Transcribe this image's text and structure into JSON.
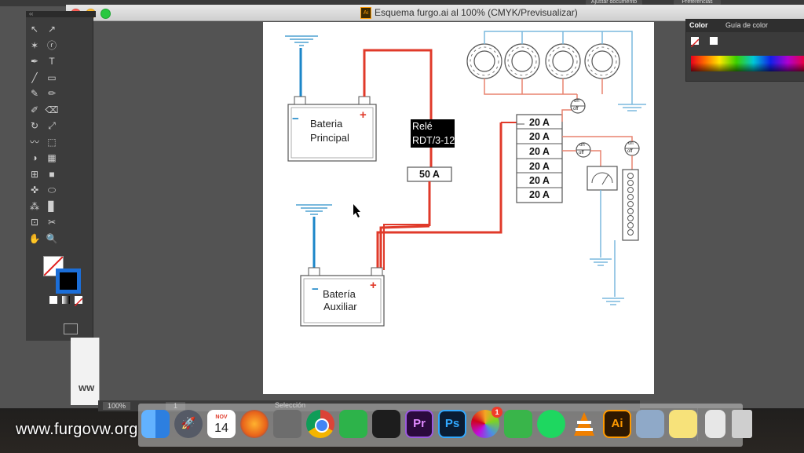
{
  "window": {
    "title": "Esquema furgo.ai al 100% (CMYK/Previsualizar)",
    "file_icon_text": "Ai"
  },
  "toolbar": {
    "ajustar_label": "Ajustar documento",
    "preferencias_label": "Preferencias"
  },
  "tools_panel": {
    "collapse": "‹‹",
    "tools": [
      "selection-tool",
      "direct-selection-tool",
      "magic-wand-tool",
      "lasso-tool",
      "pen-tool",
      "type-tool",
      "line-tool",
      "rectangle-tool",
      "paintbrush-tool",
      "pencil-tool",
      "blob-brush-tool",
      "eraser-tool",
      "rotate-tool",
      "scale-tool",
      "warp-tool",
      "free-transform-tool",
      "shape-builder-tool",
      "perspective-grid-tool",
      "mesh-tool",
      "gradient-tool",
      "eyedropper-tool",
      "blend-tool",
      "symbol-sprayer-tool",
      "column-graph-tool",
      "artboard-tool",
      "slice-tool",
      "hand-tool",
      "zoom-tool"
    ]
  },
  "diagram": {
    "battery_main": {
      "label_line1": "Bateria",
      "label_line2": "Principal",
      "minus": "−",
      "plus": "+"
    },
    "battery_aux": {
      "label_line1": "Batería",
      "label_line2": "Auxiliar",
      "minus": "−",
      "plus": "+"
    },
    "relay": {
      "label_line1": "Relé",
      "label_line2": "RDT/3-12"
    },
    "main_fuse": "50 A",
    "fuses": [
      "20 A",
      "20 A",
      "20 A",
      "20 A",
      "20 A",
      "20 A"
    ],
    "switch_on": "on",
    "switch_off": "off",
    "wire_colors": {
      "positive": "#e03a2a",
      "negative": "#1b86c8",
      "fuse_feed": "#e8826f",
      "ground": "#7ab9dd"
    }
  },
  "color_panel": {
    "tab_color": "Color",
    "tab_guide": "Guía de color"
  },
  "status_bar": {
    "zoom": "100%",
    "artboard_number": "1",
    "tool_name": "Selección"
  },
  "dock": {
    "calendar_month": "NOV",
    "calendar_day": "14",
    "photos_badge": "1",
    "apps": [
      {
        "name": "finder",
        "color": "#2d7fe0",
        "text": ""
      },
      {
        "name": "launchpad",
        "color": "#555a66",
        "text": "🚀"
      },
      {
        "name": "calendar",
        "color": "#ffffff",
        "text": ""
      },
      {
        "name": "firefox",
        "color": "#e8621a",
        "text": ""
      },
      {
        "name": "calculator",
        "color": "#6d6d6d",
        "text": ""
      },
      {
        "name": "chrome",
        "color": "#e2e2e2",
        "text": ""
      },
      {
        "name": "evernote",
        "color": "#2db34a",
        "text": ""
      },
      {
        "name": "dvd-player",
        "color": "#1d1d1d",
        "text": ""
      },
      {
        "name": "premiere",
        "color": "#2b0a3d",
        "text": "Pr"
      },
      {
        "name": "photoshop",
        "color": "#0a1c33",
        "text": "Ps"
      },
      {
        "name": "photos",
        "color": "#f3f3f3",
        "text": ""
      },
      {
        "name": "facetime",
        "color": "#39b54a",
        "text": ""
      },
      {
        "name": "spotify",
        "color": "#1ed760",
        "text": ""
      },
      {
        "name": "vlc",
        "color": "#f08000",
        "text": ""
      },
      {
        "name": "illustrator",
        "color": "#2e1800",
        "text": "Ai"
      },
      {
        "name": "preview",
        "color": "#8fa9c8",
        "text": ""
      },
      {
        "name": "notes",
        "color": "#f7e27a",
        "text": ""
      },
      {
        "name": "document",
        "color": "#e7e7e7",
        "text": ""
      },
      {
        "name": "trash",
        "color": "#cfcfcf",
        "text": ""
      }
    ]
  },
  "watermark": "www.furgovw.org"
}
